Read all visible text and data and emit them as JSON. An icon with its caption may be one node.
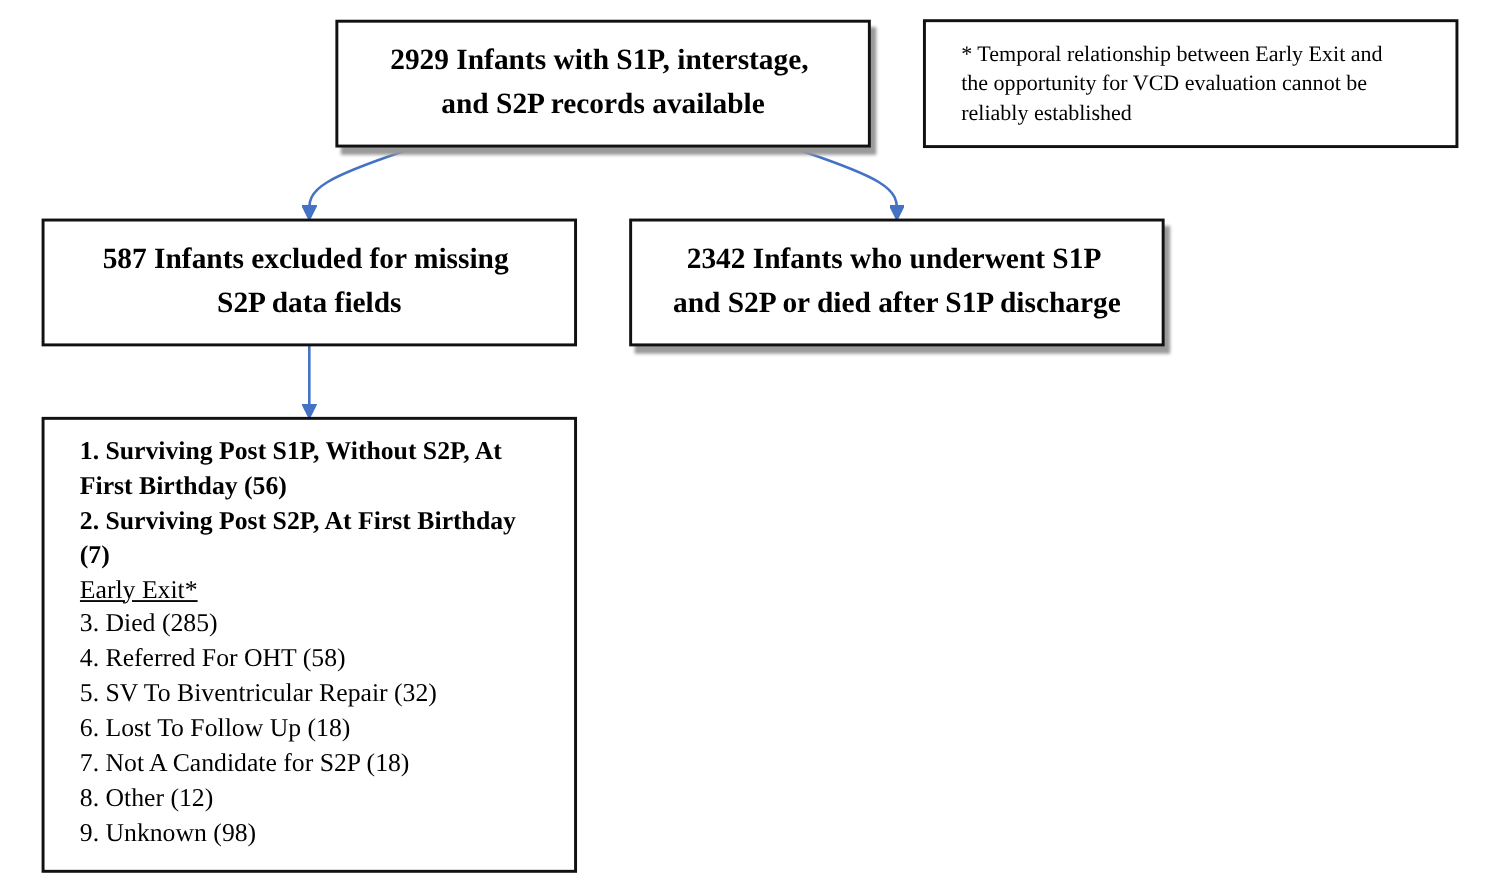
{
  "diagram": {
    "nodes": [
      {
        "text": [
          "2929 Infants with S1P, interstage, and S2P records available"
        ]
      },
      {
        "text": [
          "587 Infants excluded for missing S2P data fields"
        ]
      },
      {
        "text": [
          "2342 Infants who underwent S1P and S2P or died after S1P discharge"
        ]
      },
      {
        "text": [
          "1. Surviving Post S1P, Without S2P, At First Birthday (56)",
          "2. Surviving Post S2P, At First Birthday (7)",
          "Early Exit*",
          "3. Died (285)",
          "4. Referred For OHT (58)",
          "5. SV To Biventricular Repair (32)",
          "6. Lost To Follow Up (18)",
          "7. Not A Candidate for S2P (18)",
          "8. Other (12)",
          "9. Unknown (98)"
        ]
      },
      {
        "text": [
          "* Temporal relationship between Early Exit and the opportunity for VCD evaluation cannot be reliably established"
        ]
      }
    ],
    "edges": [
      {
        "from": 0,
        "to": 2,
        "arrow": "to"
      },
      {
        "from": 0,
        "to": 1,
        "arrow": "to"
      },
      {
        "from": 1,
        "to": 3,
        "arrow": "to"
      }
    ]
  }
}
